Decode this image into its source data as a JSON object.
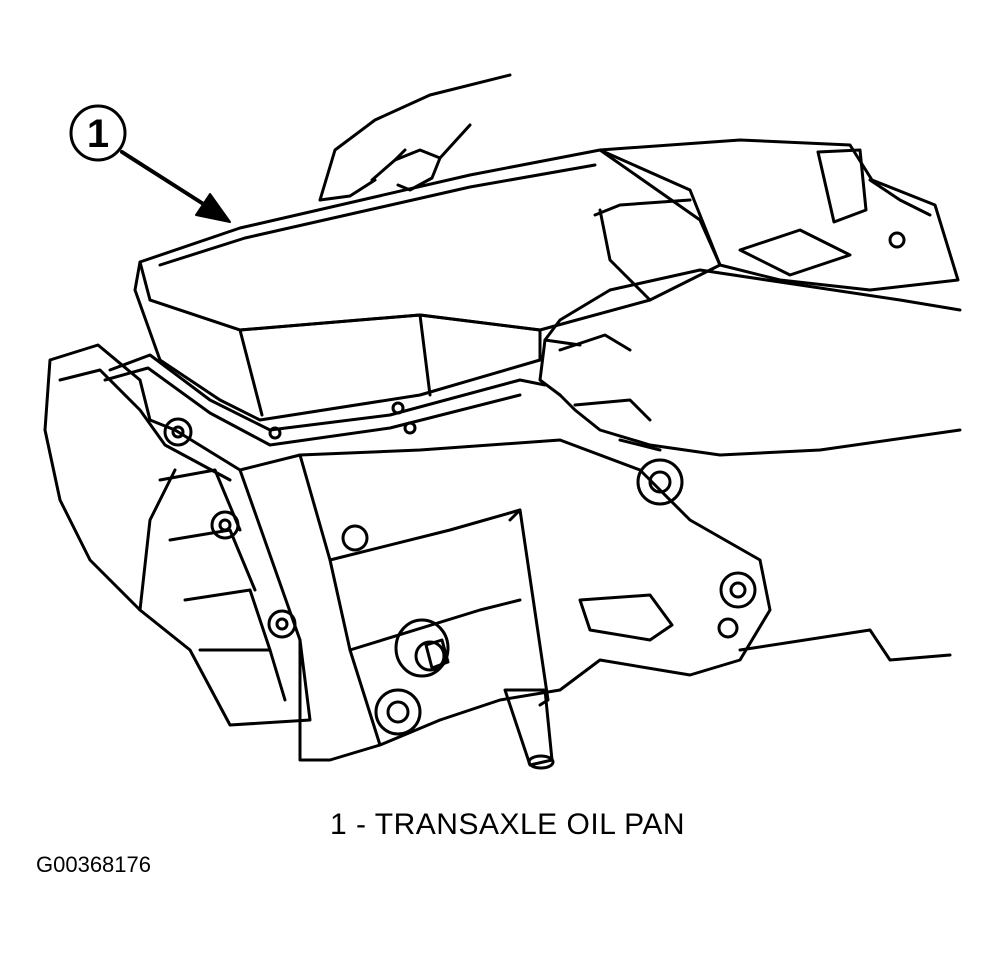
{
  "figure": {
    "callout": {
      "number": "1"
    },
    "caption": "1 - TRANSAXLE OIL PAN",
    "figure_id": "G00368176"
  },
  "colors": {
    "ink": "#000000",
    "paper": "#ffffff"
  }
}
